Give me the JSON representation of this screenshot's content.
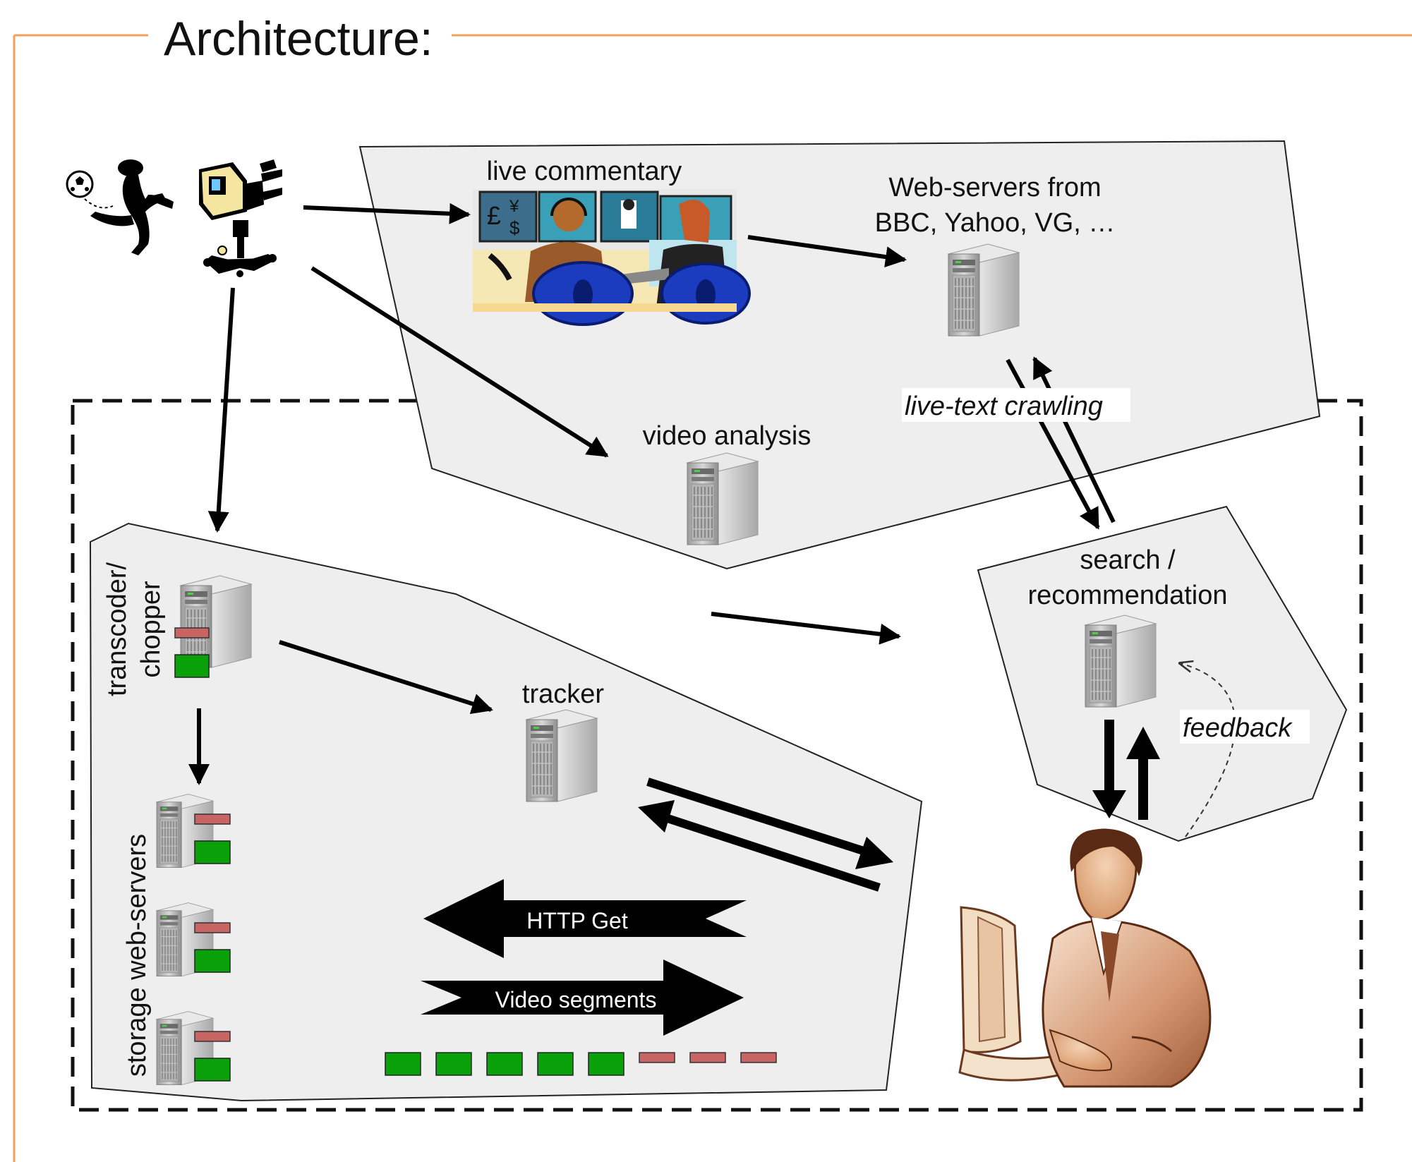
{
  "title": "Architecture:",
  "labels": {
    "live_commentary": "live commentary",
    "web_servers_line1": "Web-servers from",
    "web_servers_line2": "BBC, Yahoo, VG, …",
    "video_analysis": "video analysis",
    "live_text_crawling": "live-text crawling",
    "search_line1": "search /",
    "search_line2": "recommendation",
    "feedback": "feedback",
    "transcoder_line1": "transcoder/",
    "transcoder_line2": "chopper",
    "tracker": "tracker",
    "storage": "storage web-servers",
    "http_get": "HTTP Get",
    "video_segments": "Video segments"
  },
  "colors": {
    "title_frame": "#f0a060",
    "region_fill": "#eeeeee",
    "segment_green": "#0aa00a",
    "segment_red": "#c86464",
    "arrow": "#000000"
  },
  "icons": [
    "soccer-player-icon",
    "tv-camera-icon",
    "commentary-studio-image",
    "server-icon",
    "user-at-computer-image"
  ]
}
